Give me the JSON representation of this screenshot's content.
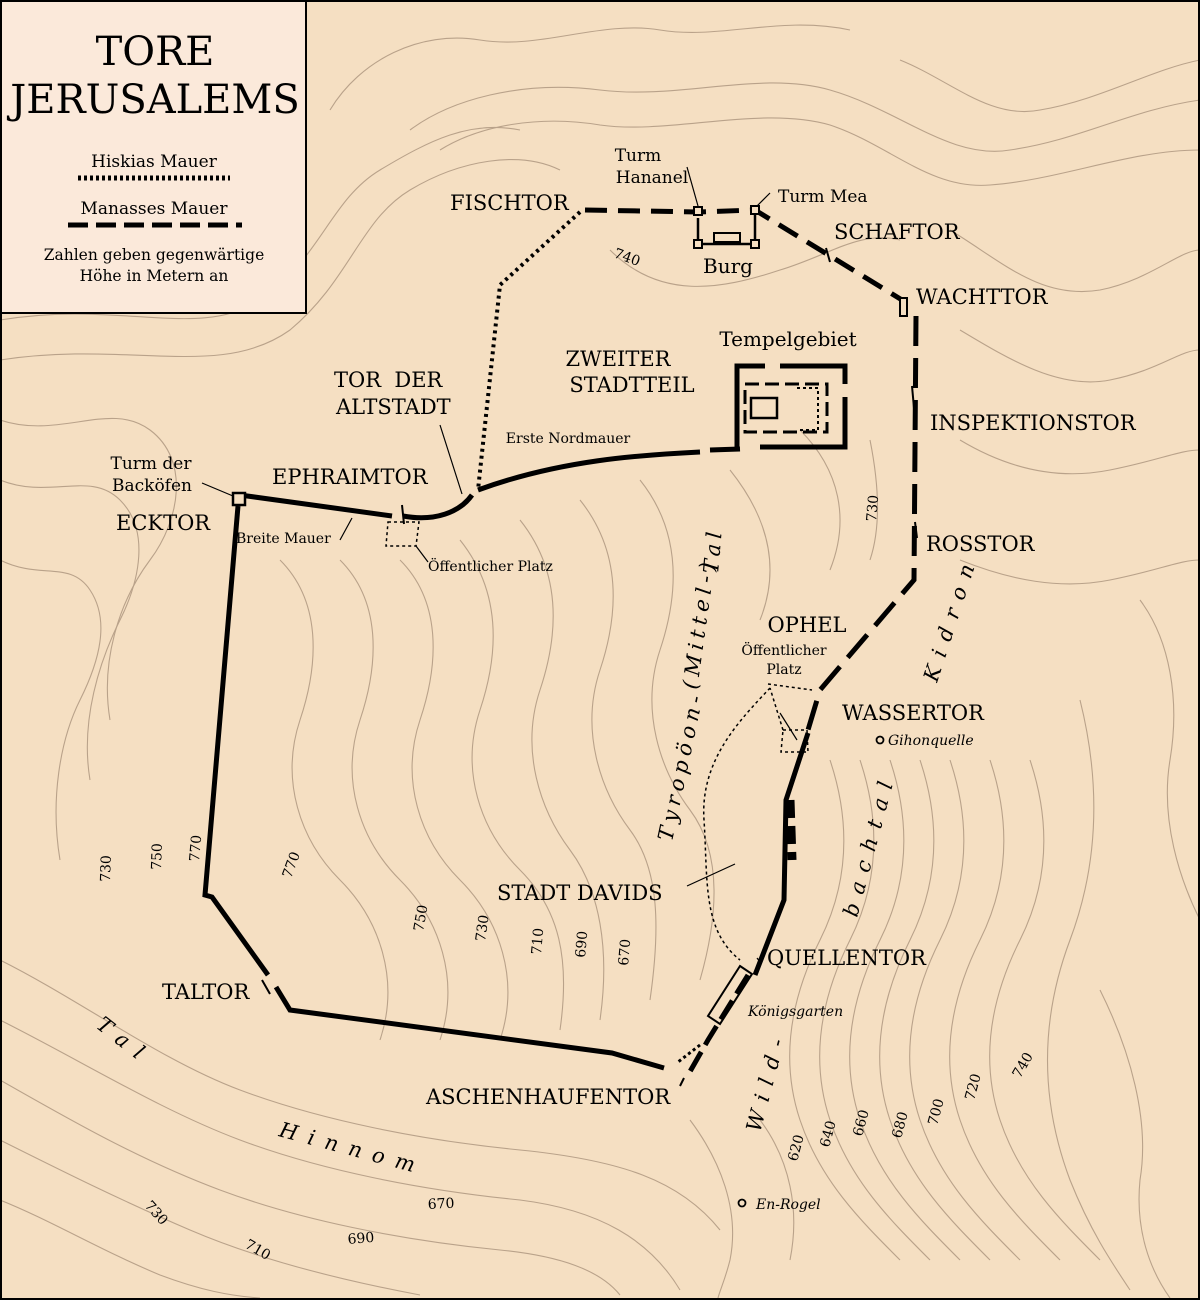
{
  "title": {
    "line1": "TORE",
    "line2": "JERUSALEMS"
  },
  "legend": {
    "hezekiah_wall": "Hiskias Mauer",
    "manasseh_wall": "Manasses Mauer",
    "note_line1": "Zahlen geben gegenwärtige",
    "note_line2": "Höhe in Metern an"
  },
  "gates": {
    "fish_gate": "FISCHTOR",
    "sheep_gate": "SCHAFTOR",
    "guard_gate": "WACHTTOR",
    "inspection_gate": "INSPEKTIONSTOR",
    "horse_gate": "ROSSTOR",
    "water_gate": "WASSERTOR",
    "fountain_gate": "QUELLENTOR",
    "dung_gate": "ASCHENHAUFENTOR",
    "valley_gate": "TALTOR",
    "corner_gate": "ECKTOR",
    "ephraim_gate": "EPHRAIMTOR",
    "old_city_gate_1": "TOR  DER",
    "old_city_gate_2": "ALTSTADT"
  },
  "places": {
    "tower_hananel_1": "Turm",
    "tower_hananel_2": "Hananel",
    "tower_mea": "Turm Mea",
    "castle": "Burg",
    "temple_area": "Tempelgebiet",
    "second_quarter_1": "ZWEITER",
    "second_quarter_2": "STADTTEIL",
    "first_north_wall": "Erste Nordmauer",
    "tower_ovens_1": "Turm der",
    "tower_ovens_2": "Backöfen",
    "broad_wall": "Breite Mauer",
    "public_square_1": "Öffentlicher Platz",
    "ophel": "OPHEL",
    "public_square_2a": "Öffentlicher",
    "public_square_2b": "Platz",
    "gihon_spring": "Gihonquelle",
    "city_of_david": "STADT DAVIDS",
    "kings_garden": "Königsgarten",
    "en_rogel": "En-Rogel"
  },
  "valleys": {
    "tyropoeon_1": "Tyropöon-",
    "tyropoeon_2": "(Mittel-)",
    "tyropoeon_3": "Tal",
    "kidron_1": "Kidron",
    "kidron_2": "bachtal",
    "kidron_3": "Wild-",
    "hinnom_1": "Tal",
    "hinnom_2": "Hinnom"
  },
  "elevations": {
    "e740_top": "740",
    "e730_east": "730",
    "e730_w1": "730",
    "e750_w": "750",
    "e770_w": "770",
    "e770_c": "770",
    "e750_c": "750",
    "e730_c": "730",
    "e710_c": "710",
    "e690_c": "690",
    "e670_c": "670",
    "e620": "620",
    "e640": "640",
    "e660": "660",
    "e680": "680",
    "e700": "700",
    "e720": "720",
    "e740_se": "740",
    "e730_sw": "730",
    "e710_sw": "710",
    "e690_s": "690",
    "e670_s": "670"
  },
  "colors": {
    "background": "#f5dfc2",
    "legend_bg": "#fbe9da",
    "contour": "#b9a28a",
    "wall": "#000000"
  }
}
